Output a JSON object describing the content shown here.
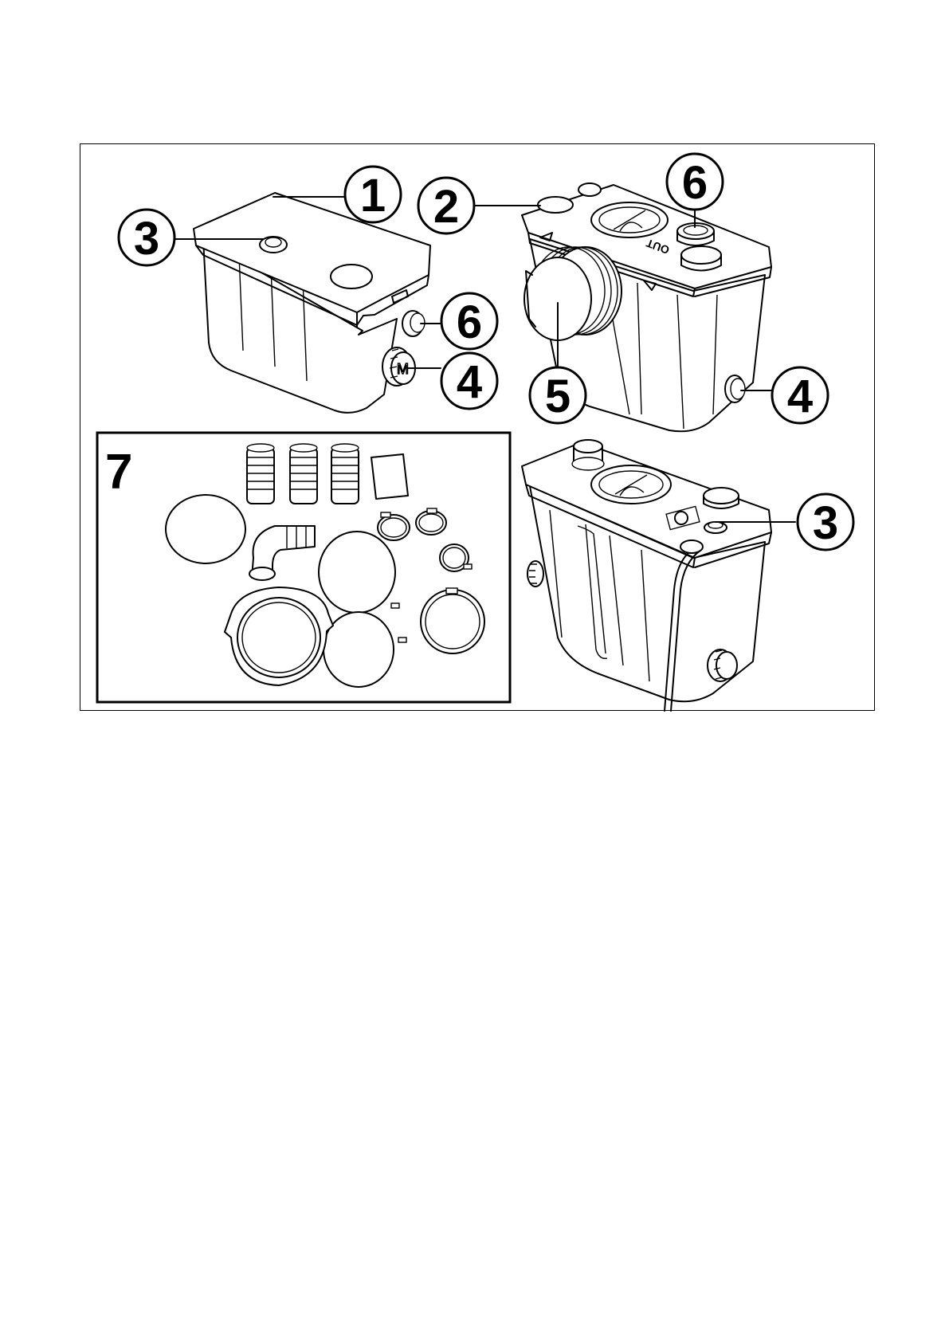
{
  "figure": {
    "callouts": {
      "left_unit": {
        "lid": "1",
        "button": "3",
        "outlet": "6",
        "inlet": "4"
      },
      "top_right_unit": {
        "lid": "2",
        "outlet": "6",
        "main_inlet": "5",
        "inlet": "4"
      },
      "bottom_right_unit": {
        "button": "3"
      }
    },
    "accessories": {
      "number": "7"
    },
    "lid_marking": "OUT"
  }
}
